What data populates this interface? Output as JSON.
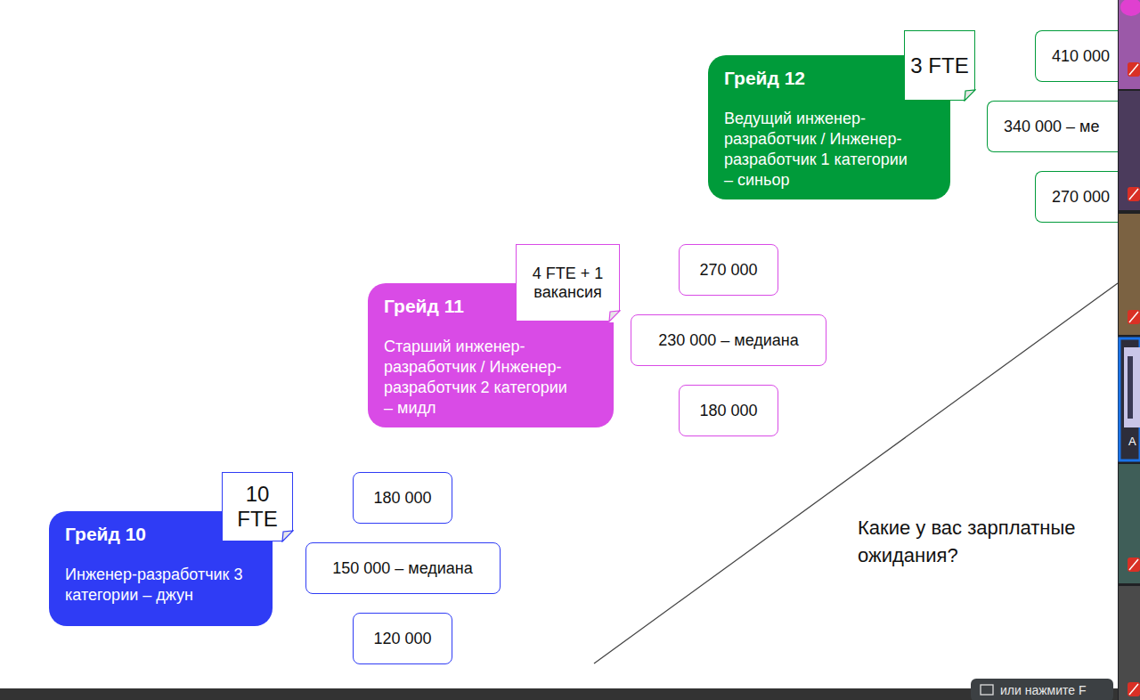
{
  "diagram": {
    "nodes": [
      {
        "text": [
          "Грейд 12",
          "Ведущий инженер-разработчик / Инженер-разработчик 1 категории – синьор"
        ]
      },
      {
        "text": [
          "3 FTE"
        ]
      },
      {
        "text": [
          "410 000"
        ]
      },
      {
        "text": [
          "340 000 – ме"
        ]
      },
      {
        "text": [
          "270 000"
        ]
      },
      {
        "text": [
          "Грейд 11",
          "Старший инженер-разработчик / Инженер-разработчик 2 категории – мидл"
        ]
      },
      {
        "text": [
          "4 FTE + 1 вакансия"
        ]
      },
      {
        "text": [
          "270 000"
        ]
      },
      {
        "text": [
          "230 000 – медиана"
        ]
      },
      {
        "text": [
          "180 000"
        ]
      },
      {
        "text": [
          "Грейд 10",
          "Инженер-разработчик 3 категории – джун"
        ]
      },
      {
        "text": [
          "10 FTE"
        ]
      },
      {
        "text": [
          "180 000"
        ]
      },
      {
        "text": [
          "150 000 – медиана"
        ]
      },
      {
        "text": [
          "120 000"
        ]
      }
    ],
    "labels": [
      "Какие у вас зарплатные ожидания?",
      "или нажмите F",
      "A"
    ]
  }
}
